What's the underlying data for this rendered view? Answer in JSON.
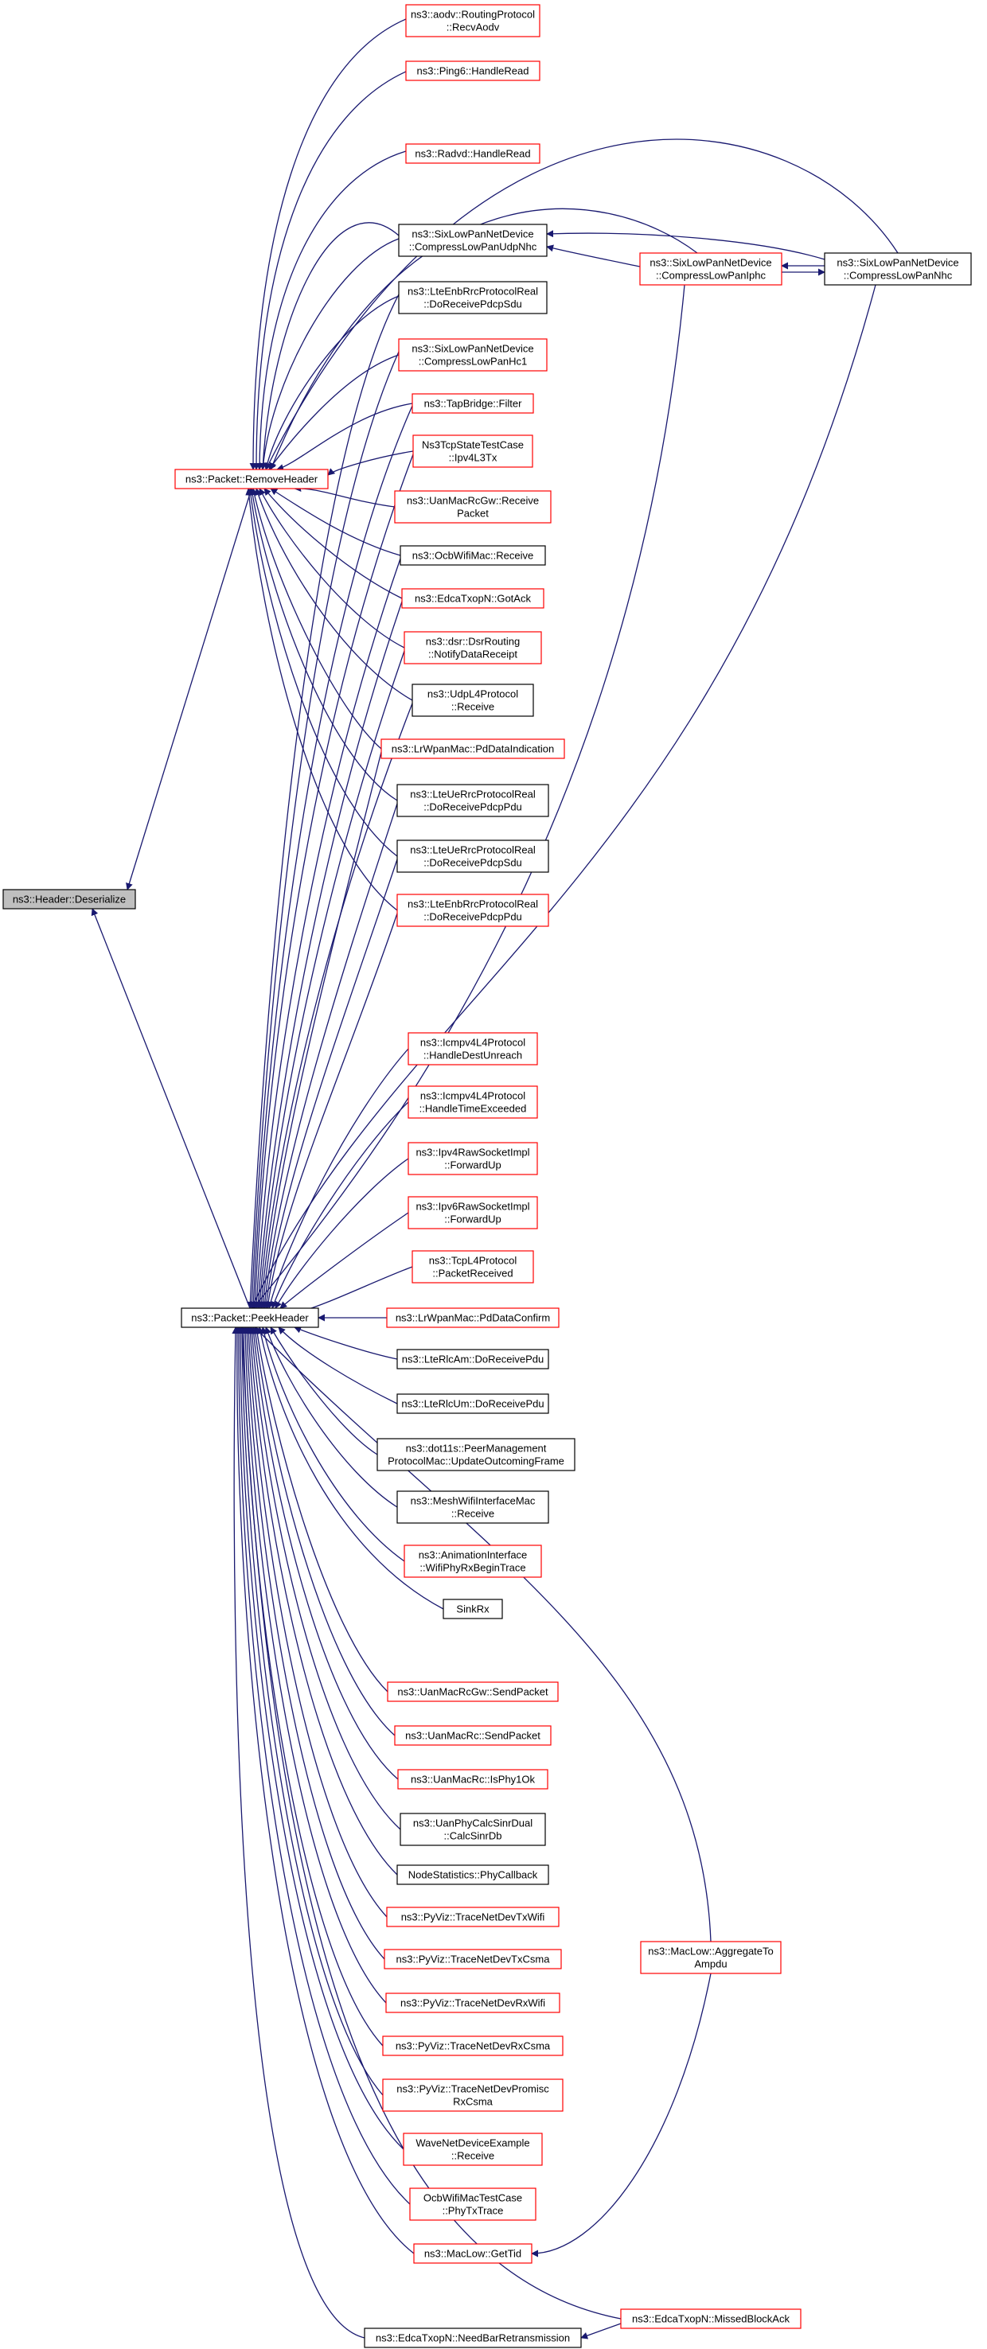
{
  "colors": {
    "edge": "#191970",
    "border_default": "#000000",
    "border_truncated": "#ff0000",
    "root_fill": "#bfbfbf",
    "node_fill": "#ffffff"
  },
  "root": {
    "id": "root",
    "lines": [
      "ns3::Header::Deserialize"
    ]
  },
  "hubs": [
    {
      "id": "remove",
      "lines": [
        "ns3::Packet::RemoveHeader"
      ],
      "truncated": true
    },
    {
      "id": "peek",
      "lines": [
        "ns3::Packet::PeekHeader"
      ],
      "truncated": false
    }
  ],
  "callers": [
    {
      "id": "aodv",
      "lines": [
        "ns3::aodv::RoutingProtocol",
        "::RecvAodv"
      ],
      "truncated": true
    },
    {
      "id": "ping6",
      "lines": [
        "ns3::Ping6::HandleRead"
      ],
      "truncated": true
    },
    {
      "id": "radvd",
      "lines": [
        "ns3::Radvd::HandleRead"
      ],
      "truncated": true
    },
    {
      "id": "udpnhc",
      "lines": [
        "ns3::SixLowPanNetDevice",
        "::CompressLowPanUdpNhc"
      ],
      "truncated": false
    },
    {
      "id": "enbsdu",
      "lines": [
        "ns3::LteEnbRrcProtocolReal",
        "::DoReceivePdcpSdu"
      ],
      "truncated": false
    },
    {
      "id": "hc1",
      "lines": [
        "ns3::SixLowPanNetDevice",
        "::CompressLowPanHc1"
      ],
      "truncated": true
    },
    {
      "id": "tap",
      "lines": [
        "ns3::TapBridge::Filter"
      ],
      "truncated": true
    },
    {
      "id": "tcptest",
      "lines": [
        "Ns3TcpStateTestCase",
        "::Ipv4L3Tx"
      ],
      "truncated": true
    },
    {
      "id": "uangw",
      "lines": [
        "ns3::UanMacRcGw::Receive",
        "Packet"
      ],
      "truncated": true
    },
    {
      "id": "ocbrecv",
      "lines": [
        "ns3::OcbWifiMac::Receive"
      ],
      "truncated": false
    },
    {
      "id": "gotack",
      "lines": [
        "ns3::EdcaTxopN::GotAck"
      ],
      "truncated": true
    },
    {
      "id": "dsr",
      "lines": [
        "ns3::dsr::DsrRouting",
        "::NotifyDataReceipt"
      ],
      "truncated": true
    },
    {
      "id": "udpl4",
      "lines": [
        "ns3::UdpL4Protocol",
        "::Receive"
      ],
      "truncated": false
    },
    {
      "id": "pdind",
      "lines": [
        "ns3::LrWpanMac::PdDataIndication"
      ],
      "truncated": true
    },
    {
      "id": "uepdu",
      "lines": [
        "ns3::LteUeRrcProtocolReal",
        "::DoReceivePdcpPdu"
      ],
      "truncated": false
    },
    {
      "id": "uesdu",
      "lines": [
        "ns3::LteUeRrcProtocolReal",
        "::DoReceivePdcpSdu"
      ],
      "truncated": false
    },
    {
      "id": "enbpdu",
      "lines": [
        "ns3::LteEnbRrcProtocolReal",
        "::DoReceivePdcpPdu"
      ],
      "truncated": true
    },
    {
      "id": "icmpdest",
      "lines": [
        "ns3::Icmpv4L4Protocol",
        "::HandleDestUnreach"
      ],
      "truncated": true
    },
    {
      "id": "icmptime",
      "lines": [
        "ns3::Icmpv4L4Protocol",
        "::HandleTimeExceeded"
      ],
      "truncated": true
    },
    {
      "id": "ipv4raw",
      "lines": [
        "ns3::Ipv4RawSocketImpl",
        "::ForwardUp"
      ],
      "truncated": true
    },
    {
      "id": "ipv6raw",
      "lines": [
        "ns3::Ipv6RawSocketImpl",
        "::ForwardUp"
      ],
      "truncated": true
    },
    {
      "id": "tcpl4",
      "lines": [
        "ns3::TcpL4Protocol",
        "::PacketReceived"
      ],
      "truncated": true
    },
    {
      "id": "pdconf",
      "lines": [
        "ns3::LrWpanMac::PdDataConfirm"
      ],
      "truncated": true
    },
    {
      "id": "rlcam",
      "lines": [
        "ns3::LteRlcAm::DoReceivePdu"
      ],
      "truncated": false
    },
    {
      "id": "rlcum",
      "lines": [
        "ns3::LteRlcUm::DoReceivePdu"
      ],
      "truncated": false
    },
    {
      "id": "peermgmt",
      "lines": [
        "ns3::dot11s::PeerManagement",
        "ProtocolMac::UpdateOutcomingFrame"
      ],
      "truncated": false
    },
    {
      "id": "meshrecv",
      "lines": [
        "ns3::MeshWifiInterfaceMac",
        "::Receive"
      ],
      "truncated": false
    },
    {
      "id": "anim",
      "lines": [
        "ns3::AnimationInterface",
        "::WifiPhyRxBeginTrace"
      ],
      "truncated": true
    },
    {
      "id": "sinkrx",
      "lines": [
        "SinkRx"
      ],
      "truncated": false
    },
    {
      "id": "uangwsend",
      "lines": [
        "ns3::UanMacRcGw::SendPacket"
      ],
      "truncated": true
    },
    {
      "id": "uanrcsend",
      "lines": [
        "ns3::UanMacRc::SendPacket"
      ],
      "truncated": true
    },
    {
      "id": "phyok",
      "lines": [
        "ns3::UanMacRc::IsPhy1Ok"
      ],
      "truncated": true
    },
    {
      "id": "sinrdb",
      "lines": [
        "ns3::UanPhyCalcSinrDual",
        "::CalcSinrDb"
      ],
      "truncated": false
    },
    {
      "id": "nodestats",
      "lines": [
        "NodeStatistics::PhyCallback"
      ],
      "truncated": false
    },
    {
      "id": "txwifi",
      "lines": [
        "ns3::PyViz::TraceNetDevTxWifi"
      ],
      "truncated": true
    },
    {
      "id": "txcsma",
      "lines": [
        "ns3::PyViz::TraceNetDevTxCsma"
      ],
      "truncated": true
    },
    {
      "id": "rxwifi",
      "lines": [
        "ns3::PyViz::TraceNetDevRxWifi"
      ],
      "truncated": true
    },
    {
      "id": "rxcsma",
      "lines": [
        "ns3::PyViz::TraceNetDevRxCsma"
      ],
      "truncated": true
    },
    {
      "id": "promisc",
      "lines": [
        "ns3::PyViz::TraceNetDevPromisc",
        "RxCsma"
      ],
      "truncated": true
    },
    {
      "id": "wavenet",
      "lines": [
        "WaveNetDeviceExample",
        "::Receive"
      ],
      "truncated": true
    },
    {
      "id": "ocbtest",
      "lines": [
        "OcbWifiMacTestCase",
        "::PhyTxTrace"
      ],
      "truncated": true
    },
    {
      "id": "gettid",
      "lines": [
        "ns3::MacLow::GetTid"
      ],
      "truncated": true
    },
    {
      "id": "needbar",
      "lines": [
        "ns3::EdcaTxopN::NeedBarRetransmission"
      ],
      "truncated": false
    },
    {
      "id": "iphc",
      "lines": [
        "ns3::SixLowPanNetDevice",
        "::CompressLowPanIphc"
      ],
      "truncated": true
    },
    {
      "id": "aggr",
      "lines": [
        "ns3::MacLow::AggregateTo",
        "Ampdu"
      ],
      "truncated": true
    },
    {
      "id": "missed",
      "lines": [
        "ns3::EdcaTxopN::MissedBlockAck"
      ],
      "truncated": true
    },
    {
      "id": "nhc",
      "lines": [
        "ns3::SixLowPanNetDevice",
        "::CompressLowPanNhc"
      ],
      "truncated": false
    }
  ]
}
